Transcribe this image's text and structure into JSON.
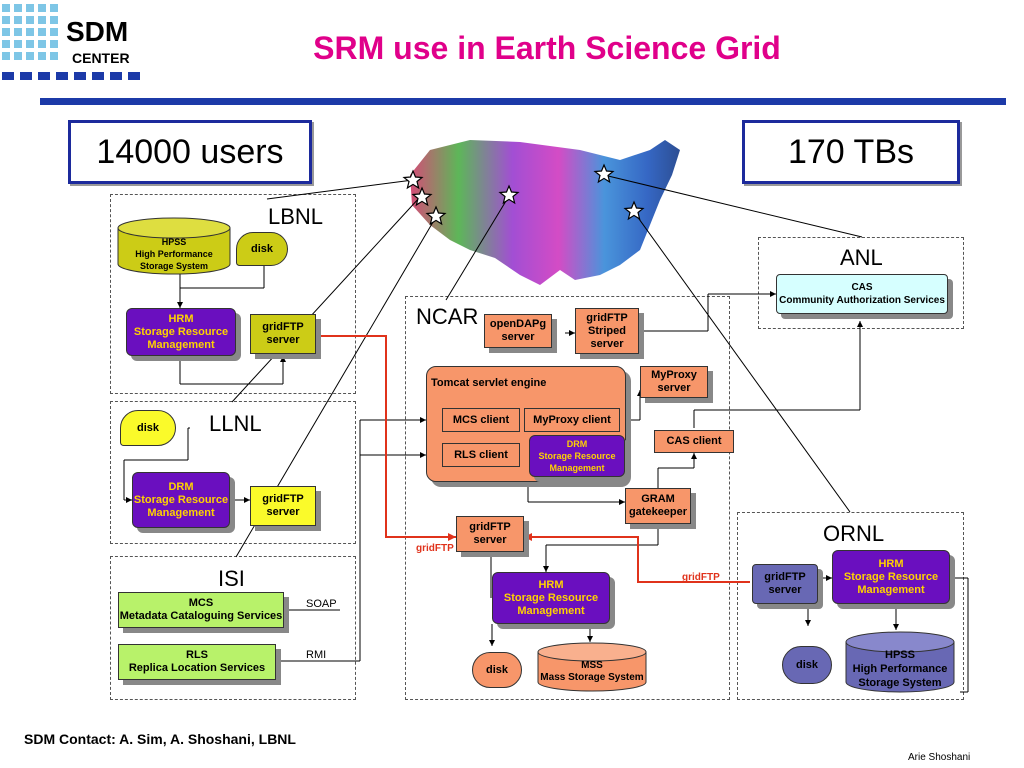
{
  "logo": {
    "line1": "SDM",
    "line2": "CENTER"
  },
  "title": "SRM use in Earth Science Grid",
  "users_box": "14000 users",
  "storage_box": "170 TBs",
  "sites": {
    "lbnl": "LBNL",
    "llnl": "LLNL",
    "isi": "ISI",
    "ncar": "NCAR",
    "anl": "ANL",
    "ornl": "ORNL"
  },
  "lbnl": {
    "hpss": "HPSS\nHigh Performance\nStorage System",
    "disk": "disk",
    "hrm": "HRM\nStorage Resource\nManagement",
    "gridftp": "gridFTP\nserver"
  },
  "llnl": {
    "disk": "disk",
    "drm": "DRM\nStorage Resource\nManagement",
    "gridftp": "gridFTP\nserver"
  },
  "isi": {
    "mcs": "MCS\nMetadata Cataloguing Services",
    "rls": "RLS\nReplica Location Services",
    "soap": "SOAP",
    "rmi": "RMI"
  },
  "ncar": {
    "opendap": "openDAPg\nserver",
    "gridftp_striped": "gridFTP\nStriped\nserver",
    "myproxy_server": "MyProxy\nserver",
    "tomcat": "Tomcat  servlet engine",
    "mcs_client": "MCS client",
    "myproxy_client": "MyProxy client",
    "rls_client": "RLS client",
    "drm": "DRM\nStorage Resource\nManagement",
    "cas_client": "CAS client",
    "gram": "GRAM\ngatekeeper",
    "gridftp": "gridFTP\nserver",
    "hrm": "HRM\nStorage Resource\nManagement",
    "disk": "disk",
    "mss": "MSS\nMass Storage System",
    "gridftp_label_left": "gridFTP",
    "gridftp_label_right": "gridFTP"
  },
  "anl": {
    "cas": "CAS\nCommunity Authorization Services"
  },
  "ornl": {
    "gridftp": "gridFTP\nserver",
    "hrm": "HRM\nStorage Resource\nManagement",
    "disk": "disk",
    "hpss": "HPSS\nHigh Performance\nStorage System"
  },
  "footer": "SDM Contact: A. Sim, A. Shoshani, LBNL",
  "author": "Arie Shoshani",
  "colors": {
    "title": "#e0008a",
    "accent_blue": "#1c3aa8",
    "gridftp_link": "#e0321b"
  }
}
